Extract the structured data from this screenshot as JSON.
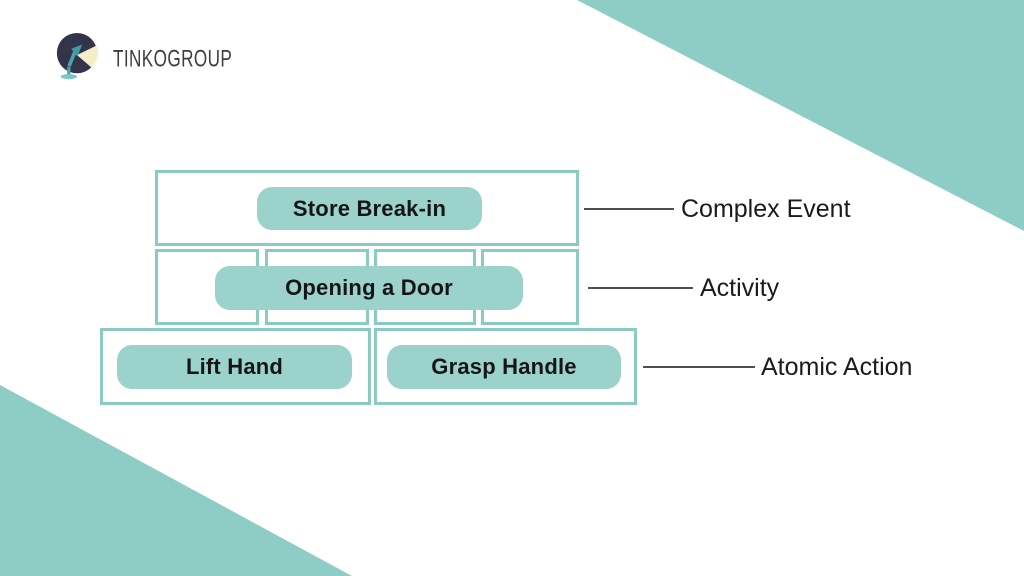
{
  "brand": {
    "name": "TINKOGROUP",
    "logo_icon": "desk-lamp-icon"
  },
  "colors": {
    "teal_accent": "#8ecdc6",
    "node_fill": "#9bd2cb",
    "box_border": "#8ccbc4",
    "text_dark": "#1b1b1b",
    "connector_line": "#4f4f4f",
    "logo_circle": "#33334a",
    "logo_light_cone": "#f6eec9",
    "logo_lamp": "#4aa6ab"
  },
  "hierarchy": {
    "level1": {
      "node": "Store Break-in",
      "label": "Complex Event"
    },
    "level2": {
      "node": "Opening a Door",
      "label": "Activity"
    },
    "level3": {
      "nodes": [
        "Lift Hand",
        "Grasp Handle"
      ],
      "label": "Atomic Action"
    }
  }
}
